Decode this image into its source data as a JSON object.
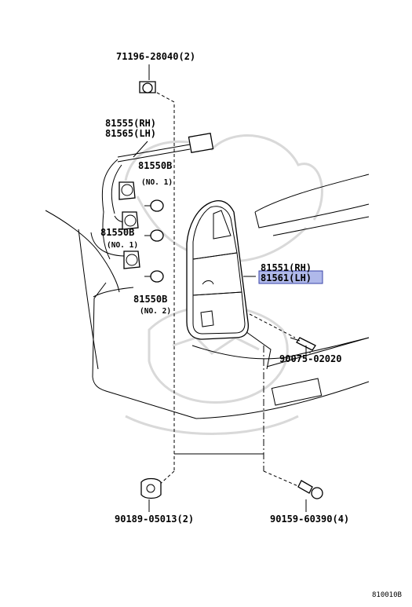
{
  "labels": {
    "bulb_socket_screw": "71196-28040(2)",
    "socket_rh": "81555(RH)",
    "socket_lh": "81565(LH)",
    "bulb_top": "81550B",
    "bulb_top_sub": "(NO. 1)",
    "bulb_mid": "81550B",
    "bulb_mid_sub": "(NO. 1)",
    "bulb_low": "81550B",
    "bulb_low_sub": "(NO. 2)",
    "lamp_rh": "81551(RH)",
    "lamp_lh": "81561(LH)",
    "screw_right": "90075-02020",
    "clip_bottom": "90189-05013(2)",
    "bolt_bottom": "90159-60390(4)",
    "diagram_code": "810010B"
  },
  "highlight": {
    "part": "81561(LH)",
    "color": "#6f7fd9"
  }
}
